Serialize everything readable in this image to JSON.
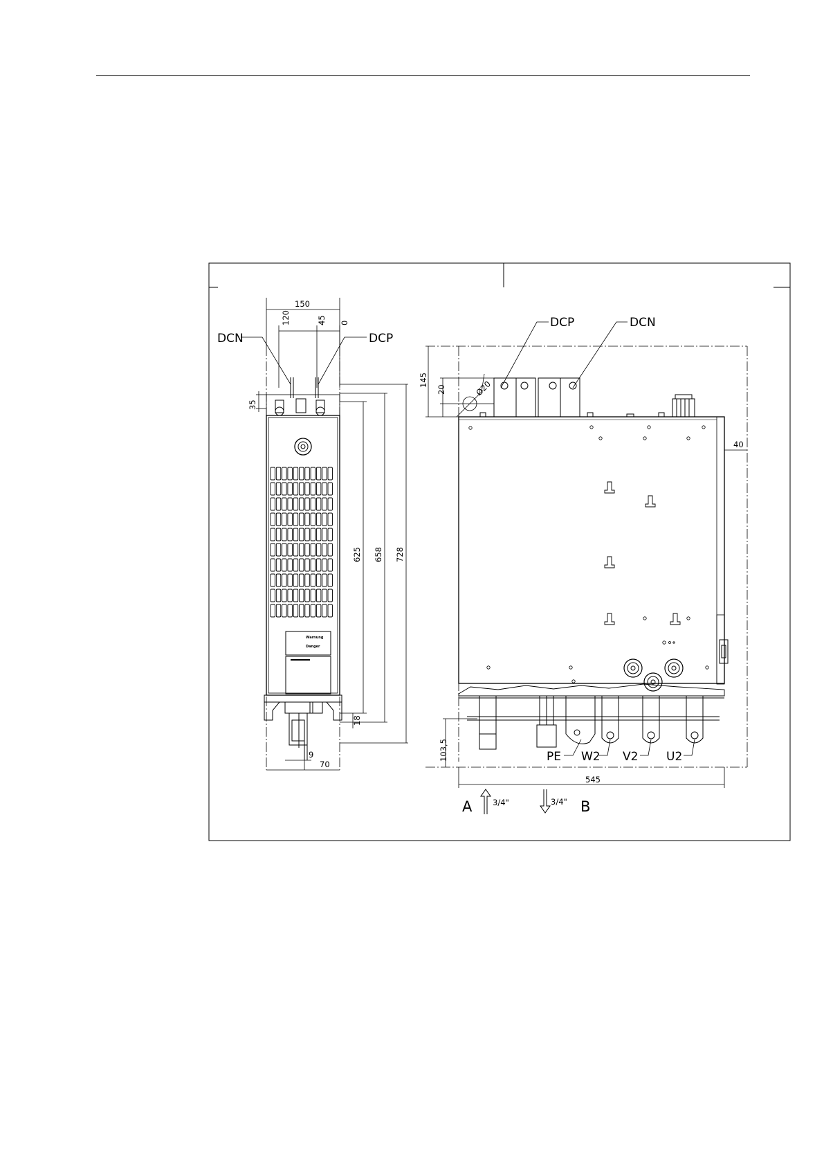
{
  "labels": {
    "dcn_left": "DCN",
    "dcp_left": "DCP",
    "dcp_right": "DCP",
    "dcn_right": "DCN",
    "pe": "PE",
    "w2": "W2",
    "v2": "V2",
    "u2": "U2",
    "view_a": "A",
    "view_b": "B",
    "airflow_a": "3/4\"",
    "airflow_b": "3/4\""
  },
  "dimensions_front": {
    "width_150": "150",
    "d120": "120",
    "d45": "45",
    "d0": "0",
    "d35": "35",
    "d625": "625",
    "d658": "658",
    "d728": "728",
    "d18": "18",
    "d9": "9",
    "d70": "70"
  },
  "dimensions_side": {
    "d145": "145",
    "d20": "20",
    "dia20": "Ø20",
    "d40": "40",
    "d103_5": "103,5",
    "d545": "545"
  },
  "warning_label": {
    "line1": "Warnung",
    "line2": "Danger"
  }
}
